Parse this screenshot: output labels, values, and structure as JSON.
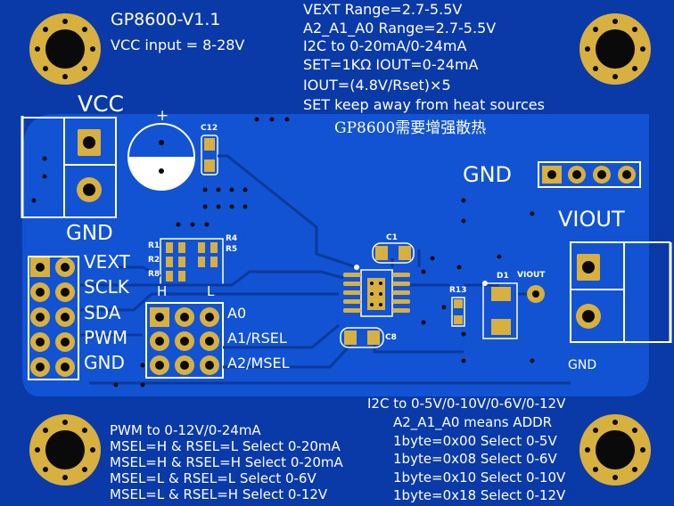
{
  "header": {
    "title": "GP8600-V1.1",
    "vcc_input": "VCC input = 8-28V"
  },
  "specs": [
    "VEXT Range=2.7-5.5V",
    "A2_A1_A0 Range=2.7-5.5V",
    "I2C to 0-20mA/0-24mA",
    "SET=1KΩ IOUT=0-24mA",
    "IOUT=(4.8V/Rset)×5",
    "SET keep away from heat sources"
  ],
  "heat_note": "GP8600需要增强散热",
  "connectors": {
    "vcc": "VCC",
    "gnd_left": "GND",
    "gnd_header": "GND",
    "viout": "VIOUT",
    "gnd_right": "GND"
  },
  "pins_left": [
    "VEXT",
    "SCLK",
    "SDA",
    "PWM",
    "GND"
  ],
  "jumpers": {
    "h": "H",
    "l": "L",
    "rows": [
      "A0",
      "A1/RSEL",
      "A2/MSEL"
    ]
  },
  "components": {
    "c12": "C12",
    "c1": "C1",
    "c8": "C8",
    "r13": "R13",
    "d1": "D1",
    "viout_pad": "VIOUT",
    "plus": "+",
    "resistors_left": [
      "R1",
      "R2",
      "R8"
    ],
    "resistors_right": [
      "R4",
      "R5"
    ]
  },
  "pwm_notes": [
    "PWM to 0-12V/0-24mA",
    "MSEL=H & RSEL=L Select 0-20mA",
    "MSEL=H & RSEL=H Select 0-20mA",
    "MSEL=L & RSEL=L Select 0-6V",
    "MSEL=L & RSEL=H Select 0-12V"
  ],
  "i2c_notes": [
    "I2C to 0-5V/0-10V/0-6V/0-12V",
    "A2_A1_A0 means ADDR",
    "1byte=0x00 Select 0-5V",
    "1byte=0x08 Select 0-6V",
    "1byte=0x10 Select 0-10V",
    "1byte=0x18 Select 0-12V"
  ],
  "colors": {
    "board": "#0a3aa8",
    "copper": "#0f4fd0",
    "pad": "#d8b040",
    "silkscreen": "#ffffff"
  }
}
